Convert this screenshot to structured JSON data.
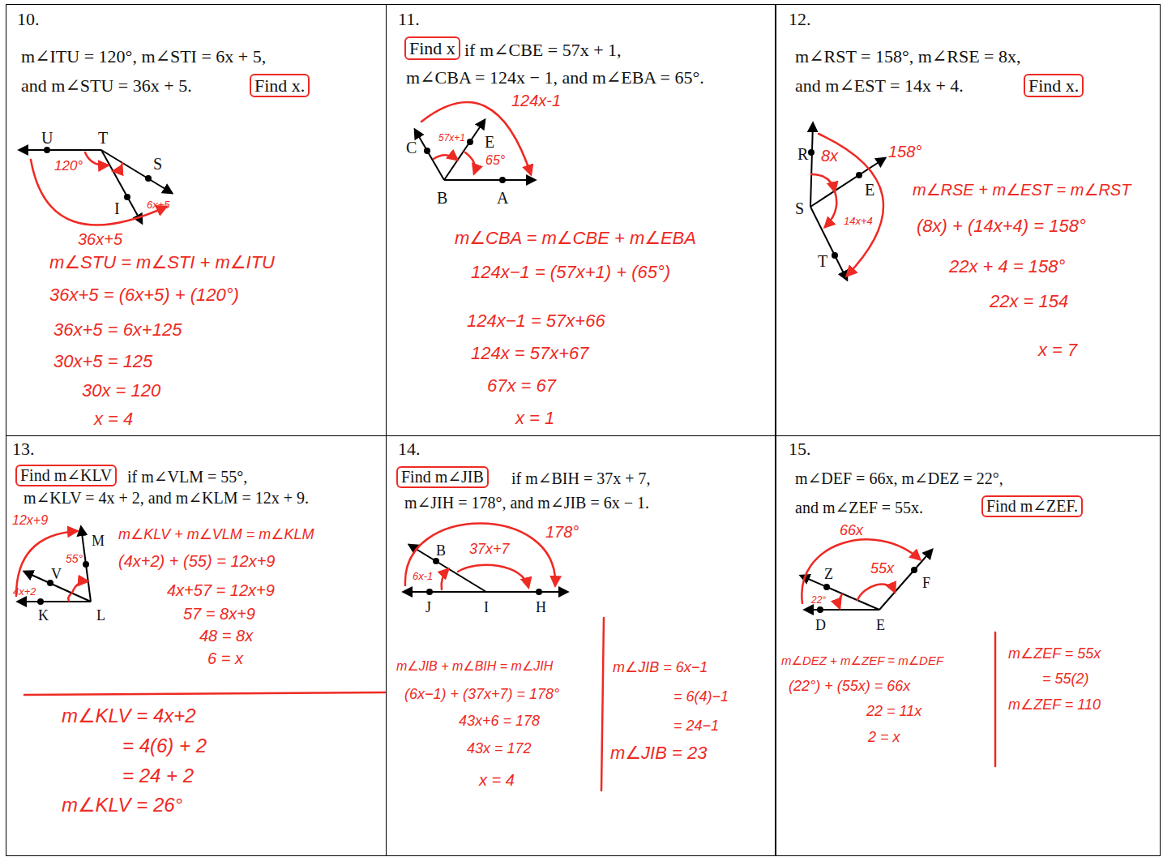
{
  "diagram": {
    "nodes": [
      {
        "text": [
          "10.",
          "m∠ITU = 120°, m∠STI = 6x + 5,",
          "and m∠STU = 36x + 5.",
          "Find x.",
          "U",
          "T",
          "S",
          "I",
          "120°",
          "6x+5",
          "36x+5",
          "m∠STU = m∠STI + m∠ITU",
          "36x+5 = (6x+5) + (120°)",
          "36x+5 = 6x+125",
          "30x+5 = 125",
          "30x = 120",
          "x = 4"
        ]
      },
      {
        "text": [
          "11.",
          "Find x",
          "if m∠CBE = 57x + 1,",
          "m∠CBA = 124x − 1, and m∠EBA = 65°.",
          "C",
          "E",
          "B",
          "A",
          "124x-1",
          "57x+1",
          "65°",
          "m∠CBA = m∠CBE + m∠EBA",
          "124x−1 = (57x+1) + (65°)",
          "124x−1 = 57x+66",
          "124x = 57x+67",
          "67x = 67",
          "x = 1"
        ]
      },
      {
        "text": [
          "12.",
          "m∠RST = 158°, m∠RSE = 8x,",
          "and m∠EST = 14x + 4.",
          "Find x.",
          "R",
          "S",
          "E",
          "T",
          "8x",
          "158°",
          "14x+4",
          "m∠RSE + m∠EST = m∠RST",
          "(8x) + (14x+4) = 158°",
          "22x + 4 = 158°",
          "22x = 154",
          "x = 7"
        ]
      },
      {
        "text": [
          "13.",
          "Find m∠KLV",
          "if m∠VLM = 55°,",
          "m∠KLV = 4x + 2, and m∠KLM = 12x + 9.",
          "M",
          "V",
          "K",
          "L",
          "12x+9",
          "55°",
          "4x+2",
          "m∠KLV + m∠VLM = m∠KLM",
          "(4x+2) + (55) = 12x+9",
          "4x+57 = 12x+9",
          "57 = 8x+9",
          "48 = 8x",
          "6 = x",
          "m∠KLV = 4x+2",
          "= 4(6) + 2",
          "= 24 + 2",
          "m∠KLV = 26°"
        ]
      },
      {
        "text": [
          "14.",
          "Find m∠JIB",
          "if m∠BIH = 37x + 7,",
          "m∠JIH = 178°, and m∠JIB = 6x − 1.",
          "B",
          "J",
          "I",
          "H",
          "37x+7",
          "178°",
          "6x-1",
          "m∠JIB + m∠BIH = m∠JIH",
          "(6x−1) + (37x+7) = 178°",
          "43x+6 = 178",
          "43x = 172",
          "x = 4",
          "m∠JIB = 6x−1",
          "= 6(4)−1",
          "= 24−1",
          "m∠JIB = 23"
        ]
      },
      {
        "text": [
          "15.",
          "m∠DEF = 66x, m∠DEZ = 22°,",
          "and m∠ZEF = 55x.",
          "Find m∠ZEF.",
          "Z",
          "F",
          "D",
          "E",
          "66x",
          "55x",
          "22°",
          "m∠DEZ + m∠ZEF = m∠DEF",
          "(22°) + (55x) = 66x",
          "22 = 11x",
          "2 = x",
          "m∠ZEF = 55x",
          "= 55(2)",
          "m∠ZEF = 110"
        ]
      }
    ]
  }
}
